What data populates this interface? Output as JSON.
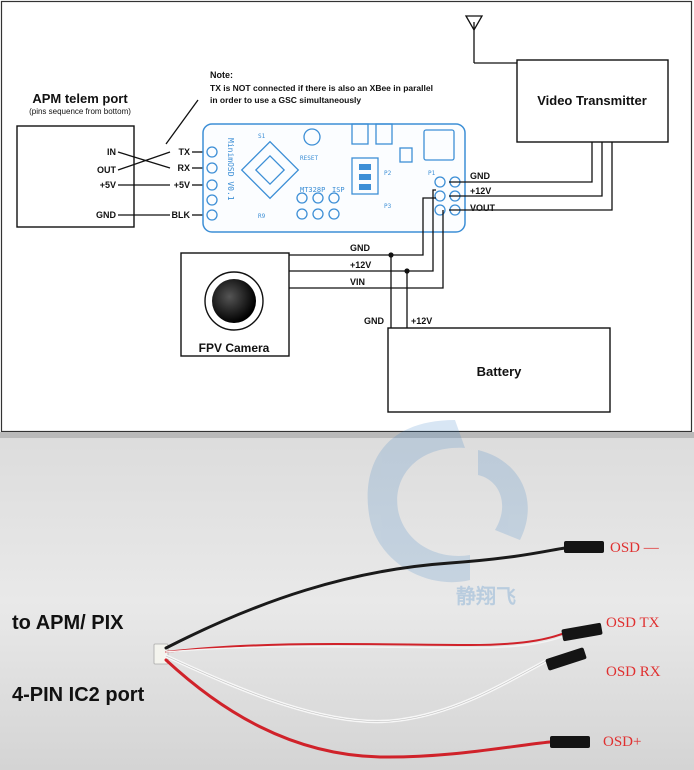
{
  "wiring_diagram": {
    "apm_port": {
      "title": "APM telem port",
      "subtitle": "(pins sequence from bottom)",
      "pins": [
        "IN",
        "OUT",
        "+5V",
        "GND"
      ]
    },
    "osd_left_pins": [
      "TX",
      "RX",
      "+5V",
      "BLK"
    ],
    "note": {
      "heading": "Note:",
      "line1": "TX is NOT connected if there is also an XBee in parallel",
      "line2": "in order to use a GSC simultaneously"
    },
    "pcb": {
      "chip": "MT328P",
      "isp": "ISP",
      "board": "MinimOSD V0.1",
      "reset": "RESET",
      "s1": "S1",
      "r9": "R9",
      "p1": "P1",
      "p2": "P2",
      "p3": "P3"
    },
    "video_tx": {
      "title": "Video Transmitter",
      "pins": [
        "GND",
        "+12V",
        "VOUT"
      ]
    },
    "camera": {
      "title": "FPV Camera",
      "pins": [
        "GND",
        "+12V",
        "VIN"
      ]
    },
    "battery": {
      "title": "Battery",
      "pins": [
        "GND",
        "+12V"
      ]
    }
  },
  "cable_photo": {
    "left_label_1": "to APM/ PIX",
    "left_label_2": "4-PIN IC2 port",
    "watermark": "静翔飞",
    "right_labels": [
      "OSD —",
      "OSD TX",
      "OSD RX",
      "OSD+"
    ]
  },
  "colors": {
    "wire_black": "#1a1a1a",
    "wire_red": "#d0222a",
    "wire_white": "#f4f4f4",
    "label_red": "#e03030",
    "pcb_blue": "#3d8fd6"
  }
}
